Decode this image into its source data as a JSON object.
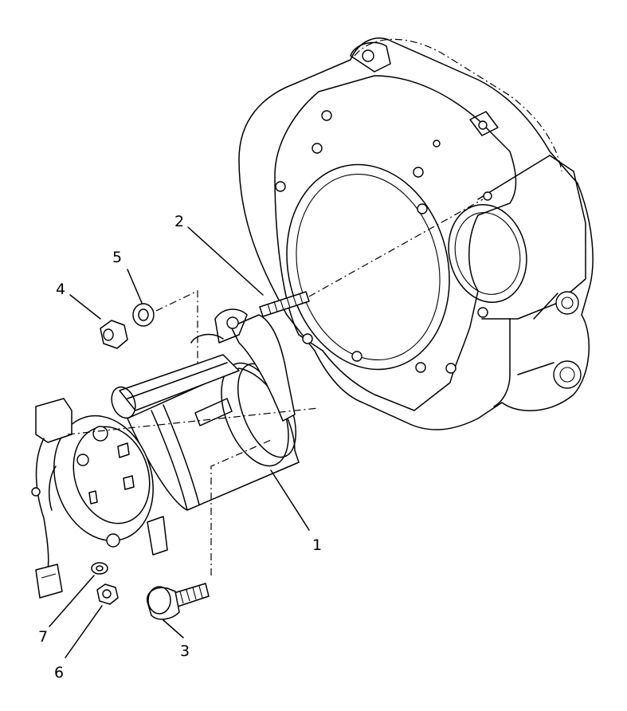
{
  "diagram": {
    "callouts": [
      {
        "id": "1",
        "label": "1"
      },
      {
        "id": "2",
        "label": "2"
      },
      {
        "id": "3",
        "label": "3"
      },
      {
        "id": "4",
        "label": "4"
      },
      {
        "id": "5",
        "label": "5"
      },
      {
        "id": "6",
        "label": "6"
      },
      {
        "id": "7",
        "label": "7"
      }
    ],
    "colors": {
      "line": "#000000",
      "background": "#ffffff"
    }
  }
}
